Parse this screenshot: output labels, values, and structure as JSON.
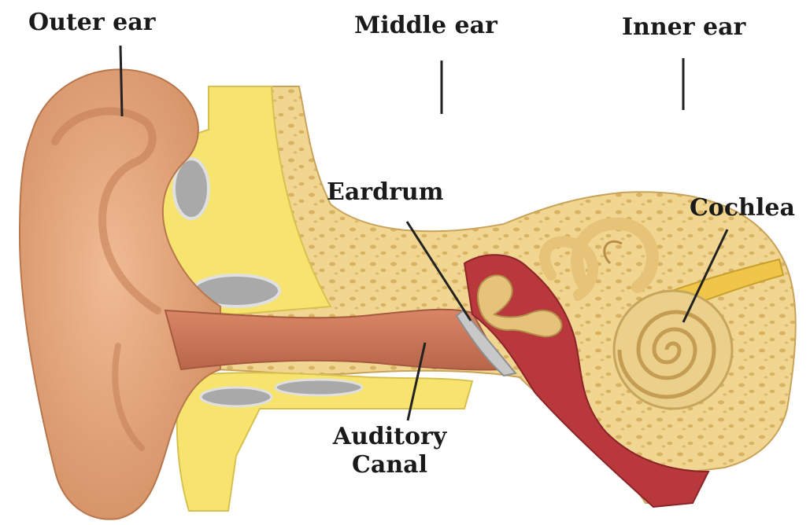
{
  "labels": {
    "outer_ear": "Outer ear",
    "middle_ear": "Middle ear",
    "inner_ear": "Inner ear",
    "eardrum": "Eardrum",
    "cochlea": "Cochlea",
    "auditory_canal_line1": "Auditory",
    "auditory_canal_line2": "Canal"
  },
  "colors": {
    "skin": "#e3a57c",
    "skin_dark": "#c77f55",
    "bone": "#f1d692",
    "bone_dot": "#d9b56a",
    "fat": "#f7e86e",
    "grey_tissue": "#a9a9a9",
    "canal": "#c8735a",
    "middle_red": "#b8383c",
    "ossicle": "#e6c27a",
    "cochlea": "#ead08a",
    "nerve": "#f0c64a"
  }
}
